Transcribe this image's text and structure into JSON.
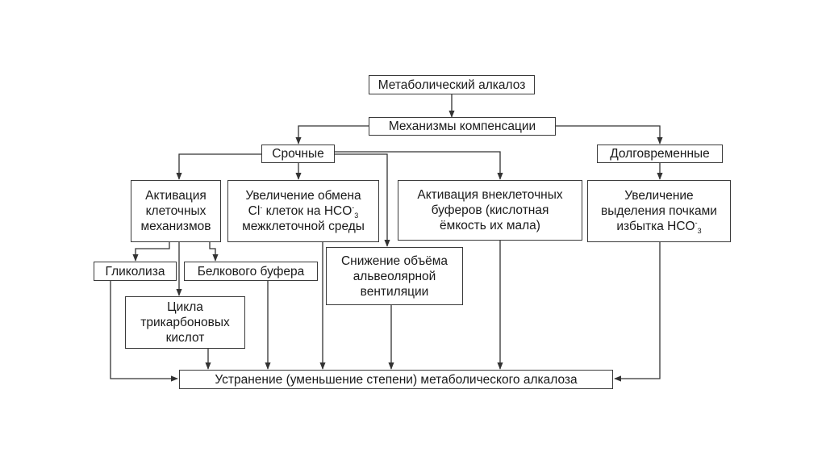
{
  "diagram": {
    "root": "Метаболический алкалоз",
    "mechanisms": "Механизмы компенсации",
    "urgent": "Срочные",
    "long_term": "Долговременные",
    "cellular": [
      "Активация",
      "клеточных",
      "механизмов"
    ],
    "exchange": {
      "line1": "Увеличение обмена",
      "line2_a": "Cl",
      "line2_a_sup": "-",
      "line2_b": " клеток на HCO",
      "line2_sup": "-",
      "line2_sub": "3",
      "line3": "межклеточной среды"
    },
    "extracellular": [
      "Активация внеклеточных",
      "буферов (кислотная",
      "ёмкость их мала)"
    ],
    "renal": {
      "line1": "Увеличение",
      "line2": "выделения почками",
      "line3_a": "избытка HCO",
      "line3_sup": "-",
      "line3_sub": "3"
    },
    "glycolysis": "Гликолиза",
    "protein_buffer": "Белкового буфера",
    "ventilation": [
      "Снижение объёма",
      "альвеолярной",
      "вентиляции"
    ],
    "tca": [
      "Цикла",
      "трикарбоновых",
      "кислот"
    ],
    "outcome": "Устранение (уменьшение степени) метаболического алкалоза"
  }
}
